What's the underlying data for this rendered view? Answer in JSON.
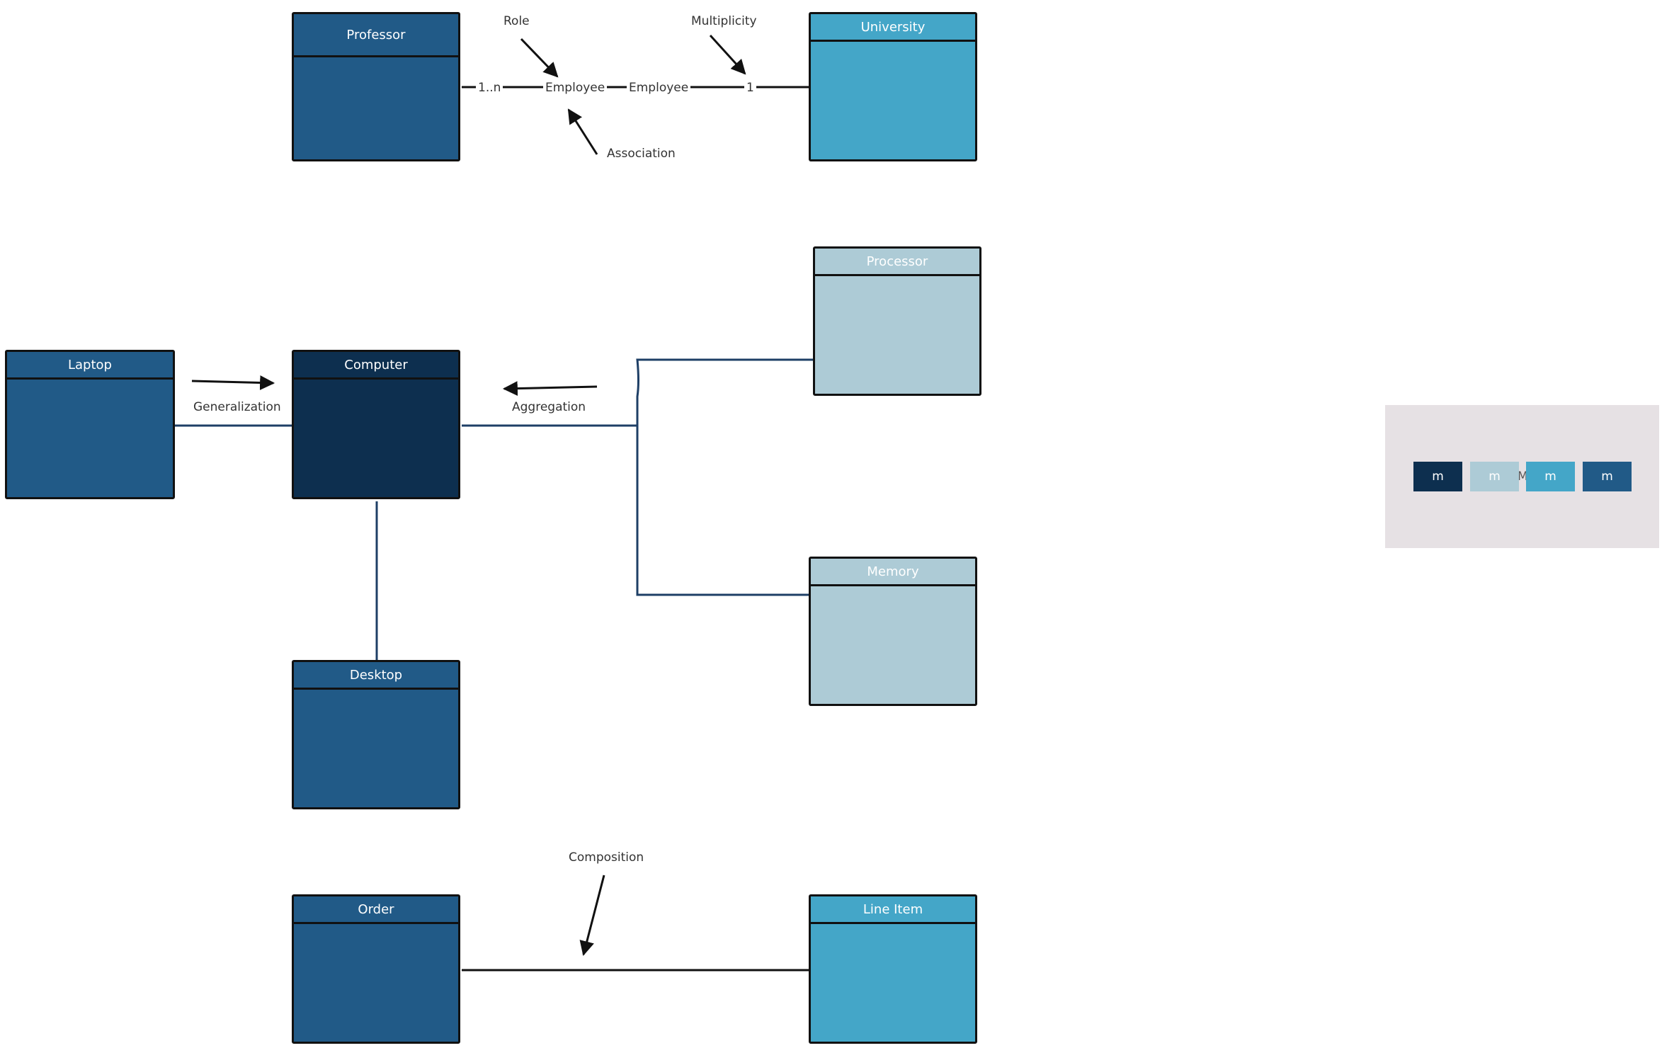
{
  "colors": {
    "dark_navy": "#0d2f4f",
    "dark_blue": "#215a87",
    "medium_blue": "#44a6c8",
    "light_blue": "#adcbd6",
    "line": "#1e3f66",
    "black_line": "#111111",
    "legend_bg": "#e6e1e4"
  },
  "classes": {
    "professor": {
      "name": "Professor"
    },
    "university": {
      "name": "University"
    },
    "processor": {
      "name": "Processor"
    },
    "laptop": {
      "name": "Laptop"
    },
    "computer": {
      "name": "Computer"
    },
    "memory": {
      "name": "Memory"
    },
    "desktop": {
      "name": "Desktop"
    },
    "order": {
      "name": "Order"
    },
    "line_item": {
      "name": "Line Item"
    }
  },
  "association": {
    "multiplicity_left": "1..n",
    "role_left": "Employee",
    "role_right": "Employee",
    "multiplicity_right": "1"
  },
  "annotations": {
    "role": "Role",
    "multiplicity": "Multiplicity",
    "association": "Association",
    "generalization": "Generalization",
    "aggregation": "Aggregation",
    "composition": "Composition"
  },
  "legend": {
    "swatches": [
      {
        "label": "m",
        "color": "#0d2f4f"
      },
      {
        "label": "m",
        "color": "#adcbd6"
      },
      {
        "label": "m",
        "color": "#44a6c8"
      },
      {
        "label": "m",
        "color": "#215a87"
      }
    ],
    "partial_text": "M"
  }
}
